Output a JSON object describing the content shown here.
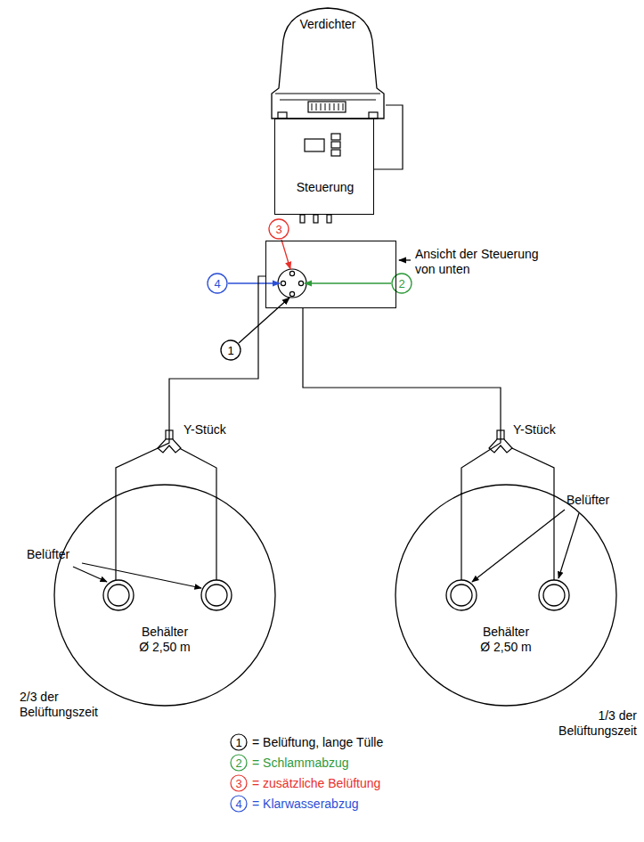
{
  "diagram": {
    "nodes": [
      {
        "text": [
          "Verdichter"
        ]
      },
      {
        "text": [
          "Steuerung"
        ]
      },
      {
        "text": [
          "Ansicht der Steuerung von unten"
        ]
      },
      {
        "text": [
          "Behälter Ø 2,50 m"
        ]
      },
      {
        "text": [
          "Behälter Ø 2,50 m"
        ]
      }
    ],
    "edges": [
      {
        "from": 0,
        "to": 1,
        "arrow": "none"
      },
      {
        "from": 2,
        "to": 3,
        "arrow": "none"
      },
      {
        "from": 2,
        "to": 4,
        "arrow": "none"
      }
    ],
    "labels": [
      "3",
      "4",
      "2",
      "1",
      "Y-Stück",
      "Y-Stück",
      "Belüfter",
      "Belüfter",
      "2/3 der Belüftungszeit",
      "1/3 der Belüftungszeit",
      "1",
      "2",
      "3",
      "4"
    ],
    "legend": [
      {
        "text": "= Belüftung, lange Tülle"
      },
      {
        "text": "= Schlammabzug"
      },
      {
        "text": "= zusätzliche Belüftung"
      },
      {
        "text": "= Klarwasserabzug"
      }
    ]
  }
}
